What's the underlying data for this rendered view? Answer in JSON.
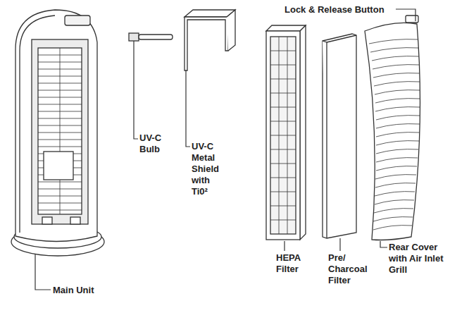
{
  "diagram": {
    "labels": [
      "Lock & Release Button",
      "UV-C Bulb",
      "UV-C Metal Shield with Ti0²",
      "HEPA Filter",
      "Pre/ Charcoal Filter",
      "Rear Cover with Air Inlet Grill",
      "Main Unit"
    ]
  }
}
